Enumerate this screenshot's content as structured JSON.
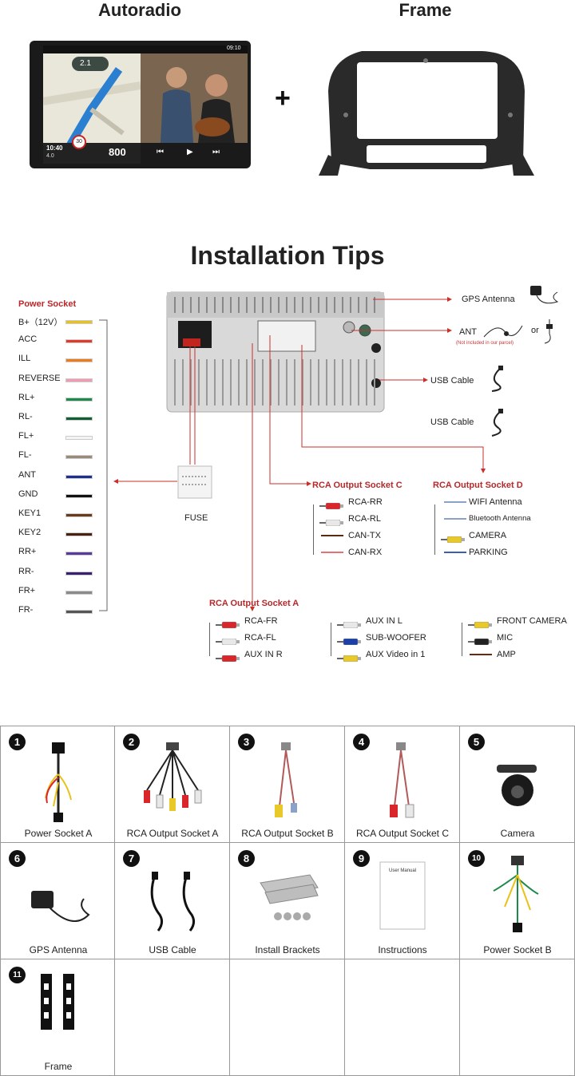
{
  "top": {
    "autoradio_label": "Autoradio",
    "frame_label": "Frame",
    "plus": "+",
    "screen": {
      "status_time": "09:10",
      "nav_distance": "2.1",
      "clock": "10:40",
      "clock_sub": "4.0",
      "speed_limit": "30",
      "distance": "800"
    }
  },
  "installation": {
    "title": "Installation Tips",
    "power_socket": {
      "title": "Power Socket",
      "wires": [
        {
          "label": "B+（12V）",
          "color": "#e8c21a"
        },
        {
          "label": "ACC",
          "color": "#e23a2a"
        },
        {
          "label": "ILL",
          "color": "#f07a1a"
        },
        {
          "label": "REVERSE",
          "color": "#f29bb0"
        },
        {
          "label": "RL+",
          "color": "#1c8a4a"
        },
        {
          "label": "RL-",
          "color": "#0f5f33"
        },
        {
          "label": "FL+",
          "color": "#f4f4f4"
        },
        {
          "label": "FL-",
          "color": "#9a8a7a"
        },
        {
          "label": "ANT",
          "color": "#1d2f8f"
        },
        {
          "label": "GND",
          "color": "#111111"
        },
        {
          "label": "KEY1",
          "color": "#6a3a1a"
        },
        {
          "label": "KEY2",
          "color": "#4a2010"
        },
        {
          "label": "RR+",
          "color": "#5a3a9a"
        },
        {
          "label": "RR-",
          "color": "#3a2070"
        },
        {
          "label": "FR+",
          "color": "#8a8a8a"
        },
        {
          "label": "FR-",
          "color": "#555555"
        }
      ]
    },
    "fuse_label": "FUSE",
    "right_items": {
      "gps": "GPS Antenna",
      "ant": "ANT",
      "ant_note": "(Not included in our parcel)",
      "or": "or",
      "usb1": "USB  Cable",
      "usb2": "USB Cable"
    },
    "socket_c": {
      "title": "RCA Output Socket C",
      "items": [
        "RCA-RR",
        "RCA-RL",
        "CAN-TX",
        "CAN-RX"
      ]
    },
    "socket_d": {
      "title": "RCA Output Socket D",
      "items": [
        "WIFI Antenna",
        "Bluetooth Antenna",
        "CAMERA",
        "PARKING"
      ]
    },
    "socket_a": {
      "title": "RCA Output Socket A",
      "col1": [
        "RCA-FR",
        "RCA-FL",
        "AUX IN R"
      ],
      "col2": [
        "AUX IN L",
        "SUB-WOOFER",
        "AUX Video in 1"
      ],
      "col3": [
        "FRONT CAMERA",
        "MIC",
        "AMP"
      ]
    }
  },
  "parts": [
    {
      "num": "1",
      "label": "Power Socket A"
    },
    {
      "num": "2",
      "label": "RCA Output Socket A"
    },
    {
      "num": "3",
      "label": "RCA Output Socket B"
    },
    {
      "num": "4",
      "label": "RCA Output Socket C"
    },
    {
      "num": "5",
      "label": "Camera"
    },
    {
      "num": "6",
      "label": "GPS Antenna"
    },
    {
      "num": "7",
      "label": "USB Cable"
    },
    {
      "num": "8",
      "label": "Install Brackets"
    },
    {
      "num": "9",
      "label": "Instructions",
      "manual_title": "User Manual"
    },
    {
      "num": "10",
      "label": "Power Socket B"
    },
    {
      "num": "11",
      "label": "Frame"
    }
  ]
}
